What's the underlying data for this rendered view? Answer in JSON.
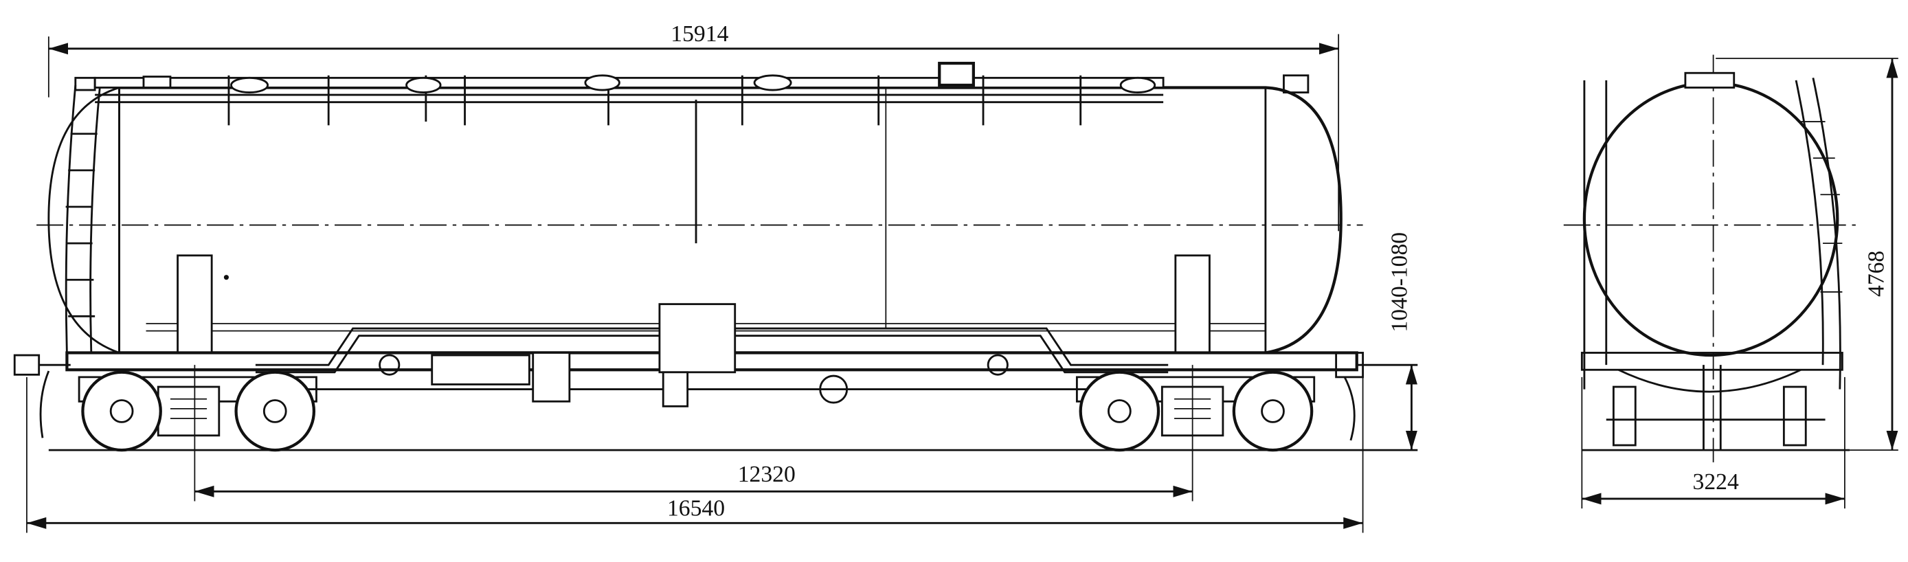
{
  "title": "Tank wagon general arrangement drawing",
  "side_view": {
    "dimensions": {
      "body_length": "15914",
      "bogie_centers": "12320",
      "length_over_couplers": "16540",
      "coupler_height": "1040-1080"
    }
  },
  "end_view": {
    "dimensions": {
      "width": "3224",
      "height": "4768"
    }
  },
  "colors": {
    "line": "#111111",
    "background": "#ffffff"
  }
}
